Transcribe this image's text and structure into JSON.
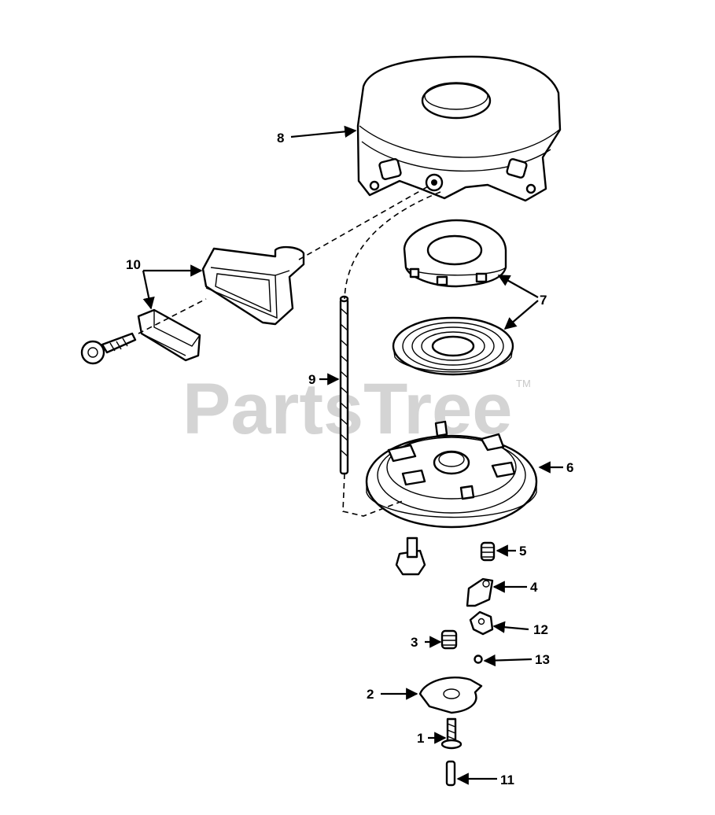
{
  "watermark": {
    "text": "PartsTree",
    "trademark": "TM"
  },
  "callouts": [
    {
      "id": "1",
      "label": "1"
    },
    {
      "id": "2",
      "label": "2"
    },
    {
      "id": "3",
      "label": "3"
    },
    {
      "id": "4",
      "label": "4"
    },
    {
      "id": "5",
      "label": "5"
    },
    {
      "id": "6",
      "label": "6"
    },
    {
      "id": "7",
      "label": "7"
    },
    {
      "id": "8",
      "label": "8"
    },
    {
      "id": "9",
      "label": "9"
    },
    {
      "id": "10",
      "label": "10"
    },
    {
      "id": "11",
      "label": "11"
    },
    {
      "id": "12",
      "label": "12"
    },
    {
      "id": "13",
      "label": "13"
    }
  ]
}
